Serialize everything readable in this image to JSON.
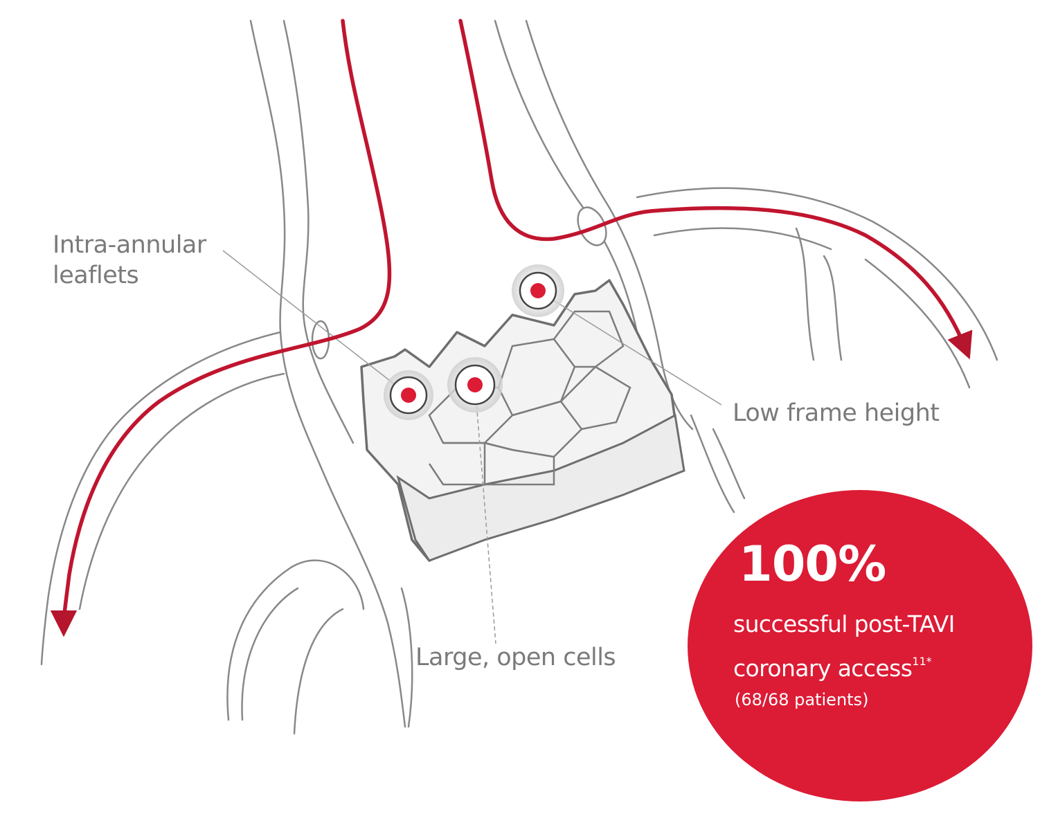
{
  "callouts": {
    "leaflets": [
      "Intra-annular",
      "leaflets"
    ],
    "frame": "Low frame height",
    "cells": "Large, open cells"
  },
  "stat": {
    "value": "100%",
    "line1": "successful post-TAVI",
    "line2": "coronary access",
    "footnote": "11*",
    "note": "(68/68 patients)"
  },
  "colors": {
    "accent": "#dc1b35",
    "outline": "#7a7a7a",
    "text": "#7a7a7a"
  }
}
